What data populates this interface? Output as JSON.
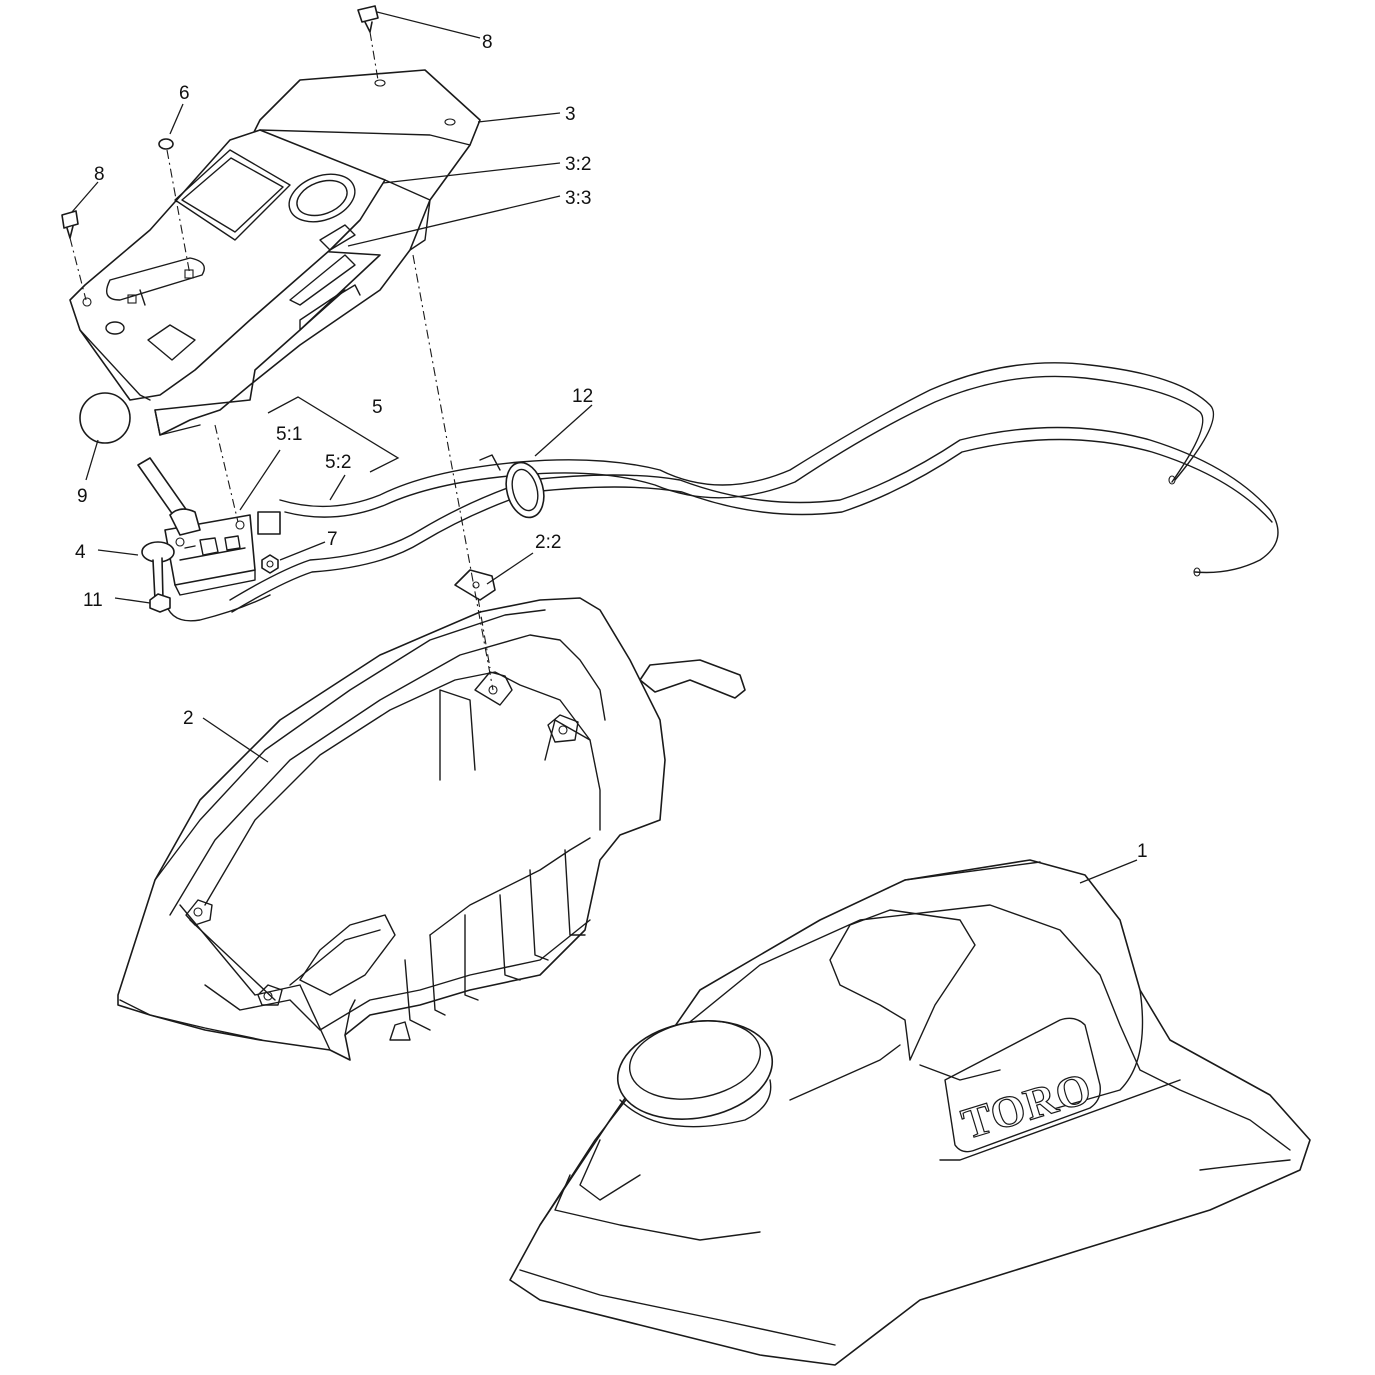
{
  "diagram": {
    "brand_logo": "TORO",
    "callouts": {
      "c1": "1",
      "c2": "2",
      "c2_2": "2:2",
      "c3": "3",
      "c3_2": "3:2",
      "c3_3": "3:3",
      "c4": "4",
      "c5": "5",
      "c5_1": "5:1",
      "c5_2": "5:2",
      "c6": "6",
      "c7": "7",
      "c8_top": "8",
      "c8_left": "8",
      "c9": "9",
      "c11": "11",
      "c12": "12"
    }
  }
}
